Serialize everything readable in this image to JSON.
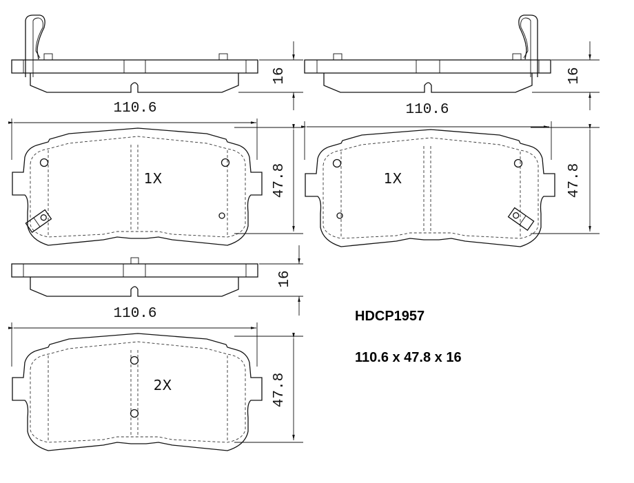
{
  "part_number": "HDCP1957",
  "dimensions_text": "110.6 x 47.8 x 16",
  "views": [
    {
      "id": "pad-1-side",
      "width_label": "110.6",
      "thickness_label": "16"
    },
    {
      "id": "pad-1-front",
      "height_label": "47.8",
      "quantity_label": "1X"
    },
    {
      "id": "pad-2-side",
      "width_label": "110.6",
      "thickness_label": "16"
    },
    {
      "id": "pad-2-front",
      "height_label": "47.8",
      "quantity_label": "1X"
    },
    {
      "id": "pad-3-side",
      "width_label": "110.6",
      "thickness_label": "16"
    },
    {
      "id": "pad-3-front",
      "height_label": "47.8",
      "quantity_label": "2X"
    }
  ]
}
